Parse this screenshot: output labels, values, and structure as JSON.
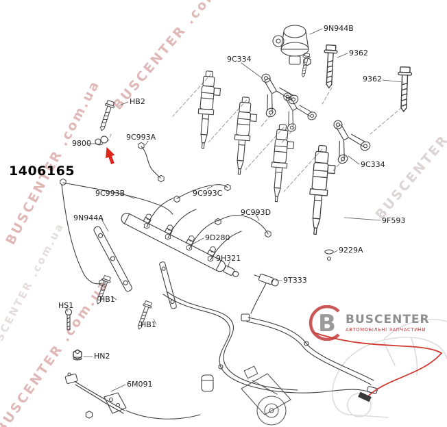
{
  "diagram": {
    "part_number": "1406165",
    "labels": [
      {
        "text": "9N944B"
      },
      {
        "text": "9362"
      },
      {
        "text": "9362"
      },
      {
        "text": "9C334"
      },
      {
        "text": "HB2"
      },
      {
        "text": "9800"
      },
      {
        "text": "9C993A"
      },
      {
        "text": "9C993B"
      },
      {
        "text": "9C993C"
      },
      {
        "text": "9C993D"
      },
      {
        "text": "9C334"
      },
      {
        "text": "9N944A"
      },
      {
        "text": "9D280"
      },
      {
        "text": "9F593"
      },
      {
        "text": "9229A"
      },
      {
        "text": "9H321"
      },
      {
        "text": "9T333"
      },
      {
        "text": "HS1"
      },
      {
        "text": "HB1"
      },
      {
        "text": "HB1"
      },
      {
        "text": "HN2"
      },
      {
        "text": "6M091"
      }
    ]
  },
  "watermark": {
    "text": "BUSCENTER .com.ua"
  },
  "logo": {
    "mark": "B",
    "brand": "BUSCENTER",
    "tagline": "АВТОМОБІЛЬНІ ЗАПЧАСТИНИ"
  },
  "colors": {
    "line": "#3d3d3d",
    "accent_red": "#e0251b",
    "watermark_pink": "#c97d7d",
    "watermark_gray": "#baaaaa",
    "ghost_gray": "#dcdcdc",
    "logo_gray": "#8f8f8f"
  }
}
